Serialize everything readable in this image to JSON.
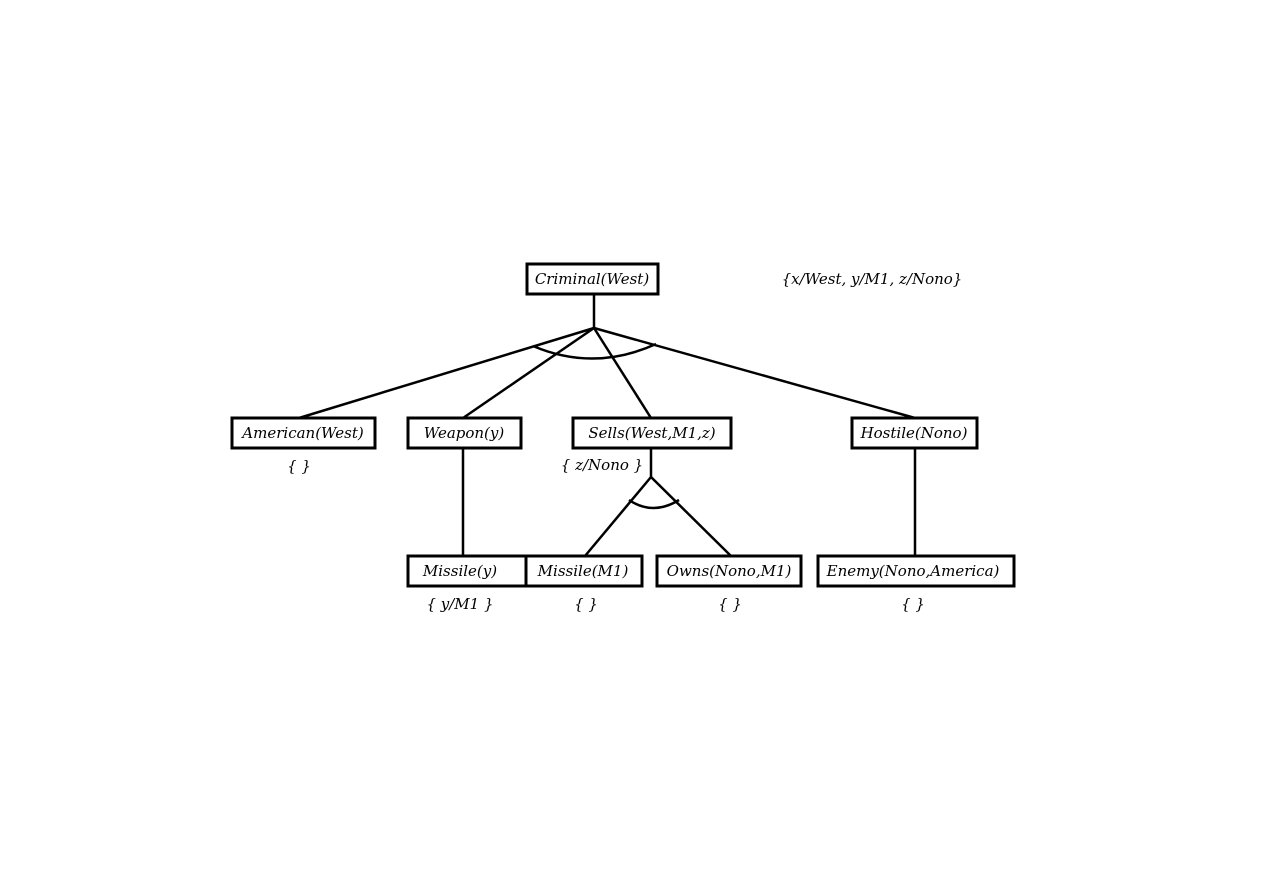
{
  "diagram": {
    "root": {
      "label": "Criminal(West)",
      "substitution": "{x/West, y/M1, z/Nono}"
    },
    "children": [
      {
        "label": "American(West)",
        "substitution": "{ }"
      },
      {
        "label": "Weapon(y)",
        "substitution": ""
      },
      {
        "label": "Sells(West,M1,z)",
        "substitution": "{ z/Nono }"
      },
      {
        "label": "Hostile(Nono)",
        "substitution": ""
      }
    ],
    "leaves": [
      {
        "label": "Missile(y)",
        "substitution": "{ y/M1 }"
      },
      {
        "label": "Missile(M1)",
        "substitution": "{ }"
      },
      {
        "label": "Owns(Nono,M1)",
        "substitution": "{ }"
      },
      {
        "label": "Enemy(Nono,America)",
        "substitution": "{ }"
      }
    ]
  }
}
